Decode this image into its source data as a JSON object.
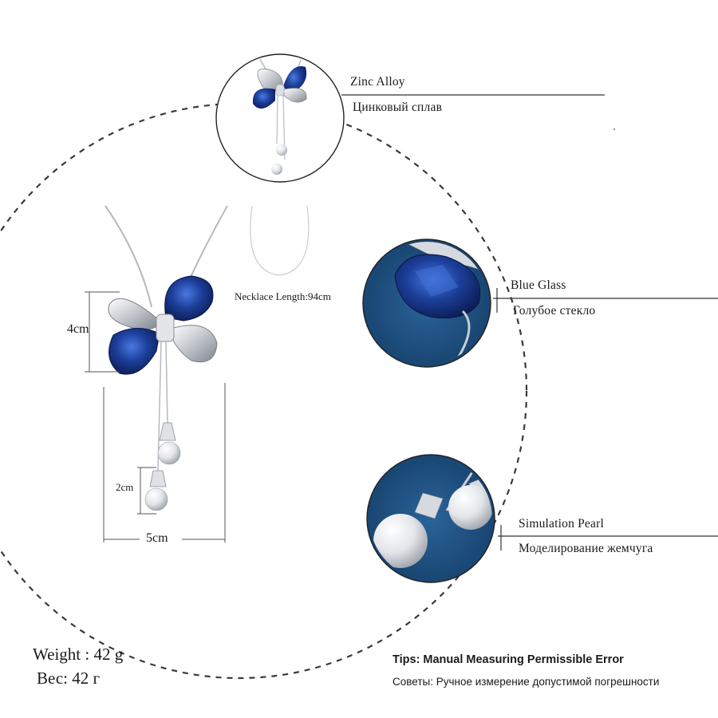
{
  "colors": {
    "sapphire": "#1c3f9a",
    "sapphire_dark": "#0e1f5c",
    "velvet": "#1e4f7e",
    "silver": "#c9ccd2",
    "pearl": "#e9ebee",
    "line": "#2a2a2a"
  },
  "callouts": {
    "material": {
      "en": "Zinc Alloy",
      "ru": "Цинковый сплав"
    },
    "glass": {
      "en": "Blue Glass",
      "ru": "Голубое стекло"
    },
    "pearl": {
      "en": "Simulation Pearl",
      "ru": "Моделирование жемчуга"
    }
  },
  "dimensions": {
    "height": "4cm",
    "width": "5cm",
    "pearl": "2cm",
    "necklace": "Necklace Length:94cm"
  },
  "weight": {
    "en": "Weight : 42 g",
    "ru": "Вес: 42 г"
  },
  "tips": {
    "en": "Tips: Manual Measuring Permissible Error",
    "ru": "Советы: Ручное измерение допустимой погрешности"
  }
}
